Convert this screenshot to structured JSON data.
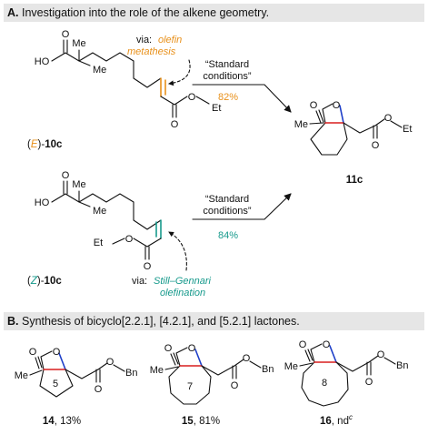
{
  "sections": {
    "a": {
      "letter": "A.",
      "title": "Investigation into the role of the alkene geometry."
    },
    "b": {
      "letter": "B.",
      "title": "Synthesis of bicyclo[2.2.1], [4.2.1], and [5.2.1] lactones."
    }
  },
  "reaction_e": {
    "via_prefix": "via:",
    "via_method_line1": "olefin",
    "via_method_line2": "metathesis",
    "conditions_line1": "“Standard",
    "conditions_line2": "conditions”",
    "yield": "82%",
    "label_open": "(",
    "label_stereo": "E",
    "label_close": ")-",
    "label_compound": "10c"
  },
  "reaction_z": {
    "via_prefix": "via:",
    "via_method_line1": "Still–Gennari",
    "via_method_line2": "olefination",
    "conditions_line1": "“Standard",
    "conditions_line2": "conditions”",
    "yield": "84%",
    "label_open": "(",
    "label_stereo": "Z",
    "label_close": ")-",
    "label_compound": "10c"
  },
  "product": {
    "label": "11c"
  },
  "atoms": {
    "ho": "HO",
    "o": "O",
    "me": "Me",
    "me_dot": "Me",
    "et": "Et",
    "bn": "Bn"
  },
  "lactones": [
    {
      "compound": "14",
      "result": ", 13%",
      "ring_size": "5",
      "sup": ""
    },
    {
      "compound": "15",
      "result": ", 81%",
      "ring_size": "7",
      "sup": ""
    },
    {
      "compound": "16",
      "result": ", nd",
      "ring_size": "8",
      "sup": "c"
    }
  ],
  "colors": {
    "orange": "#e8901a",
    "teal": "#179a8c",
    "red": "#d81e1e",
    "blue": "#1e3fc8",
    "banner": "#e6e6e6"
  }
}
